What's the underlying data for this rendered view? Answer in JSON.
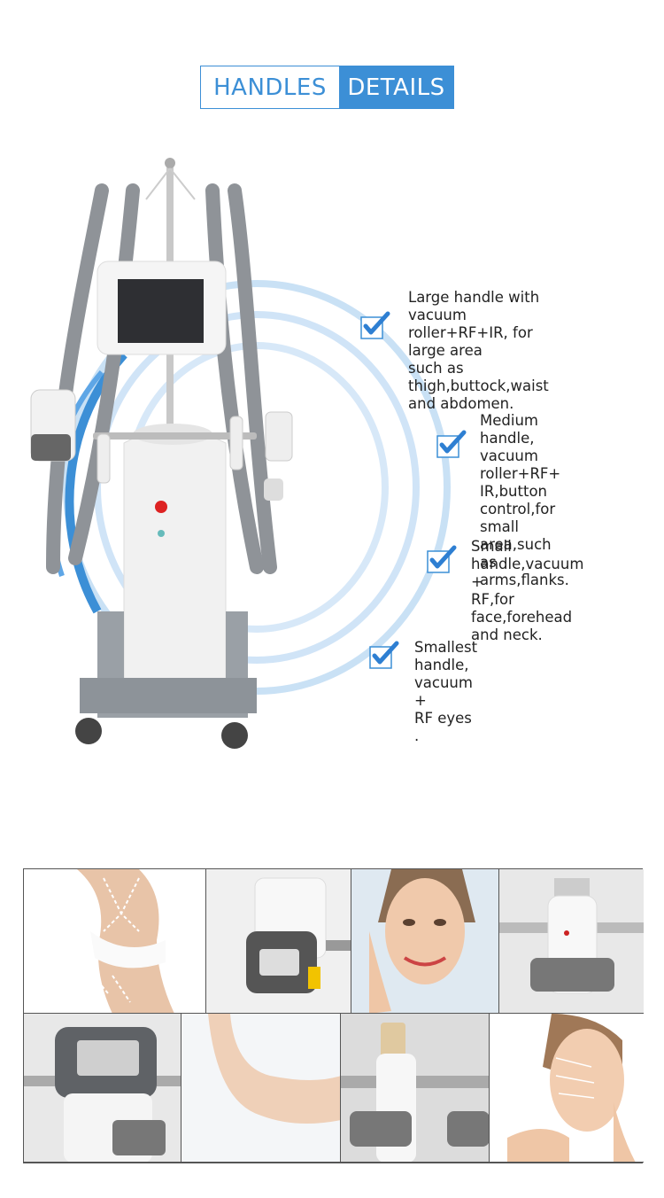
{
  "header": {
    "word1": "HANDLES",
    "word2": "DETAILS",
    "accent": "#3c8fd6"
  },
  "features": [
    {
      "text": "Large handle with vacuum\nroller+RF+IR, for large area\nsuch as thigh,buttock,waist\nand abdomen."
    },
    {
      "text": "Medium handle,\nvacuum roller+RF+\nIR,button control,for\nsmall area,such as\narms,flanks."
    },
    {
      "text": "Small handle,vacuum +\nRF,for face,forehead\nand neck."
    },
    {
      "text": "Smallest handle, vacuum +\nRF eyes ."
    }
  ],
  "icons": {
    "check": "checkmark-icon"
  },
  "photos": [
    "body-contour-photo",
    "large-handle-photo",
    "face-photo",
    "small-handle-photo",
    "medium-handle-photo",
    "arm-photo",
    "smallest-handle-photo",
    "face-contour-photo"
  ]
}
